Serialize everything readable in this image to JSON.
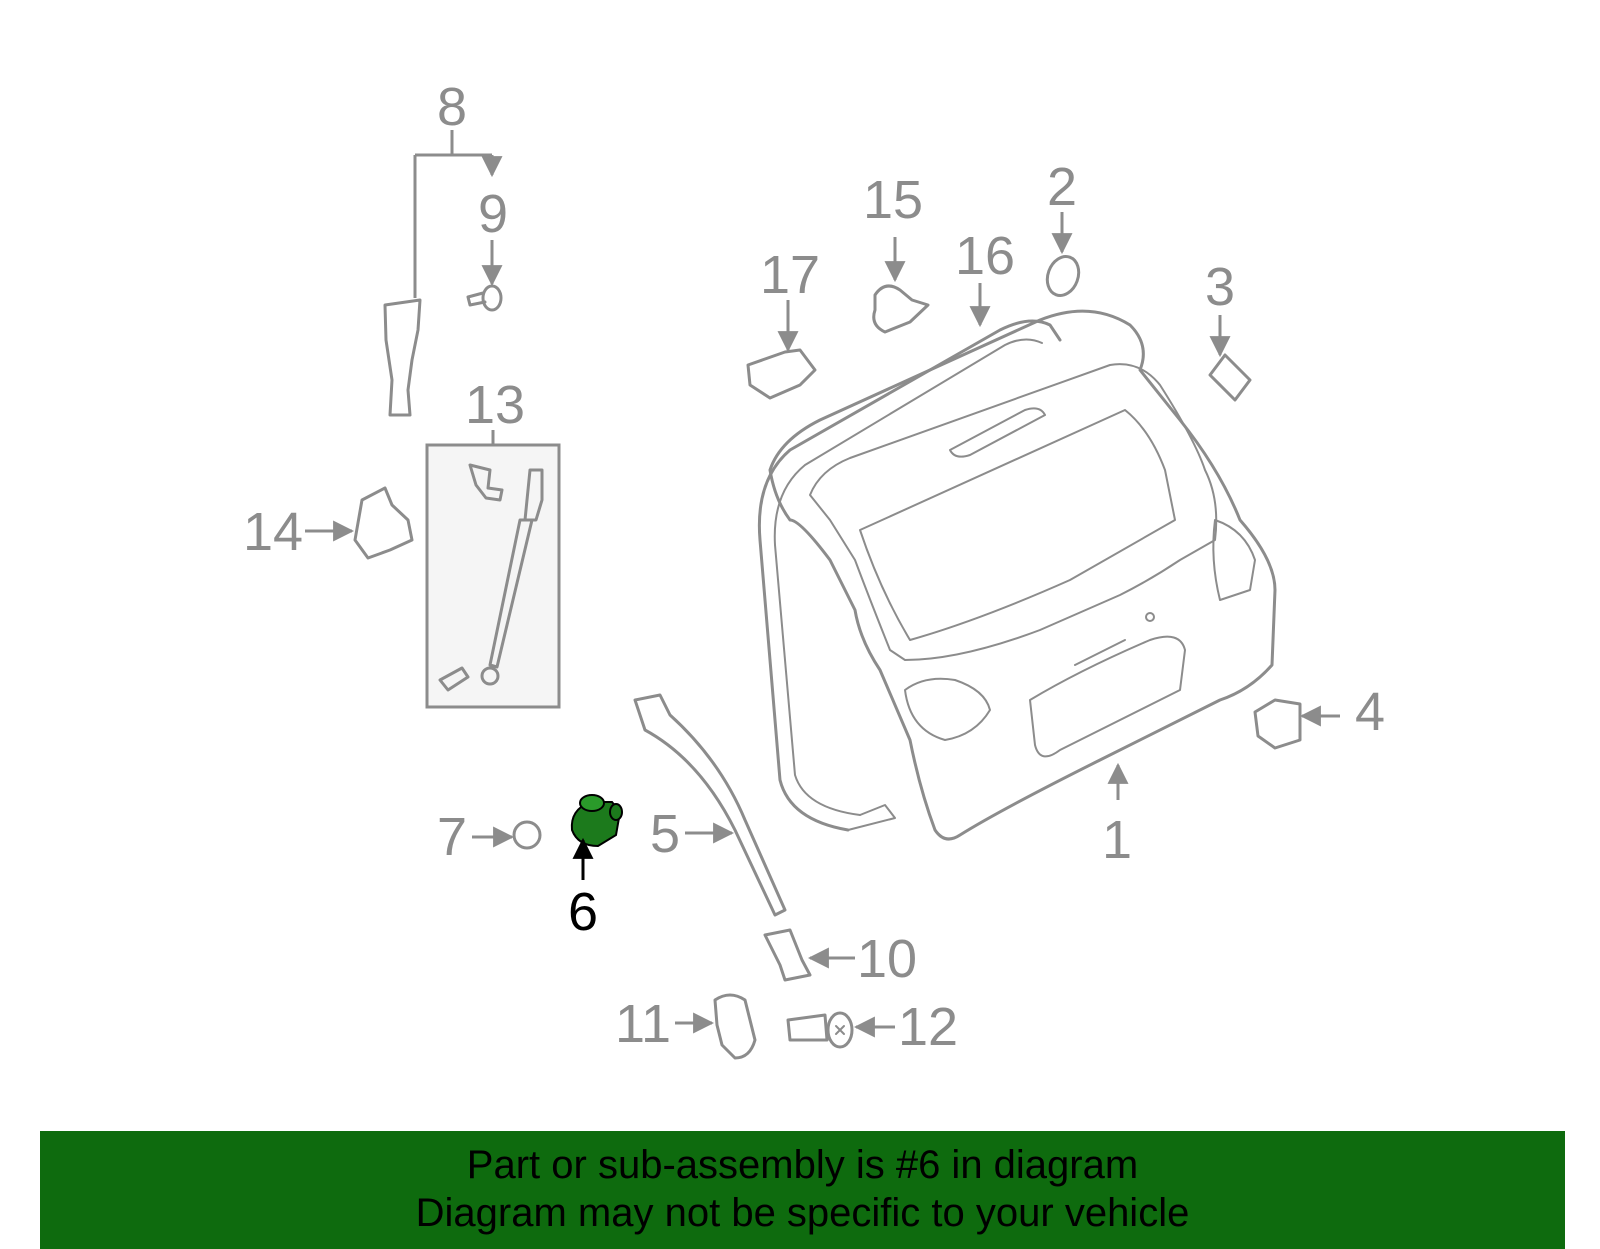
{
  "diagram": {
    "callouts": [
      "1",
      "2",
      "3",
      "4",
      "5",
      "6",
      "7",
      "8",
      "9",
      "10",
      "11",
      "12",
      "13",
      "14",
      "15",
      "16",
      "17"
    ],
    "highlighted_part": "6",
    "colors": {
      "part_stroke": "#8c8c8c",
      "highlight_fill": "#1c7a1c",
      "footer_bg": "#0e6b0e",
      "kit_box_fill": "#f5f5f5"
    }
  },
  "footer": {
    "line1": "Part or sub-assembly is #6 in diagram",
    "line2": "Diagram may not be specific to your vehicle"
  }
}
